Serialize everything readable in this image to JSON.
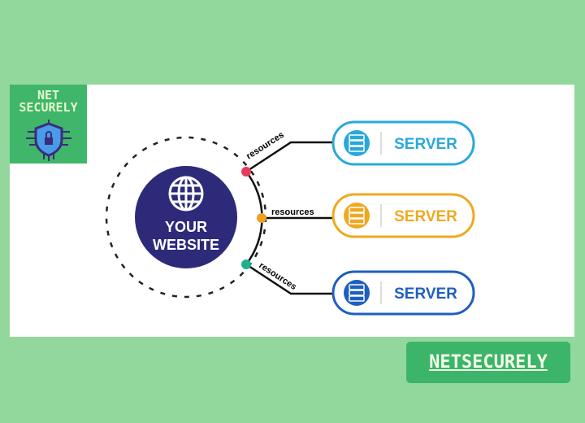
{
  "logo": {
    "line1": "NET",
    "line2": "SECURELY"
  },
  "center": {
    "line1": "YOUR",
    "line2": "WEBSITE"
  },
  "links": [
    {
      "label": "resources",
      "color": "#e83a5c"
    },
    {
      "label": "resources",
      "color": "#f0a01e"
    },
    {
      "label": "resources",
      "color": "#1fb08e"
    }
  ],
  "servers": [
    {
      "label": "SERVER",
      "color": "#2aa8dc"
    },
    {
      "label": "SERVER",
      "color": "#f0a820"
    },
    {
      "label": "SERVER",
      "color": "#1f5fbf"
    }
  ],
  "brand_button": "NETSECURELY"
}
